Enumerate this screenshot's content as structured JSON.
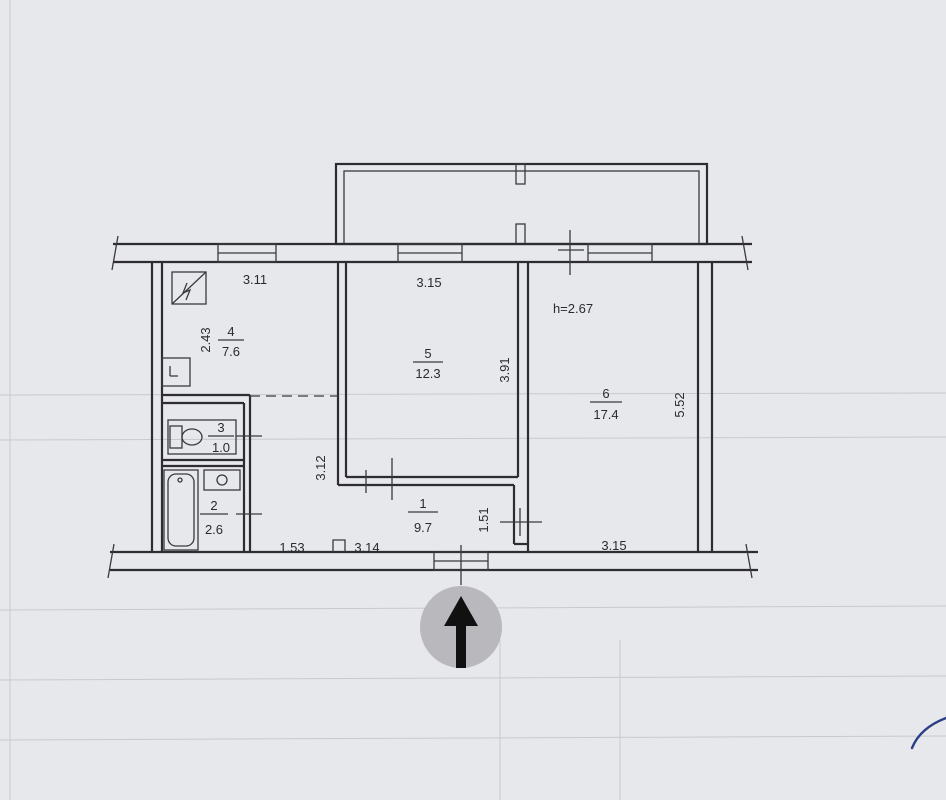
{
  "plan": {
    "height_label": "h=2.67",
    "rooms": [
      {
        "id": "room-1",
        "number": "1",
        "area": "9.7"
      },
      {
        "id": "room-2",
        "number": "2",
        "area": "2.6"
      },
      {
        "id": "room-3",
        "number": "3",
        "area": "1.0"
      },
      {
        "id": "room-4",
        "number": "4",
        "area": "7.6"
      },
      {
        "id": "room-5",
        "number": "5",
        "area": "12.3"
      },
      {
        "id": "room-6",
        "number": "6",
        "area": "17.4"
      }
    ],
    "dimensions": {
      "room4_width": "3.11",
      "room4_depth": "2.43",
      "room5_width": "3.15",
      "room5_depth": "3.91",
      "room6_depth": "5.52",
      "room6_width": "3.15",
      "hall_depth": "3.12",
      "hall_bottom_left": "1.53",
      "hall_bottom_right": "3.14",
      "corridor_depth": "1.51"
    },
    "entrance": {
      "icon": "arrow-up-icon",
      "color": "#111111",
      "circle_color": "#b9b9bd"
    },
    "colors": {
      "paper": "#e7e8ec",
      "ink": "#2d2d30"
    }
  }
}
